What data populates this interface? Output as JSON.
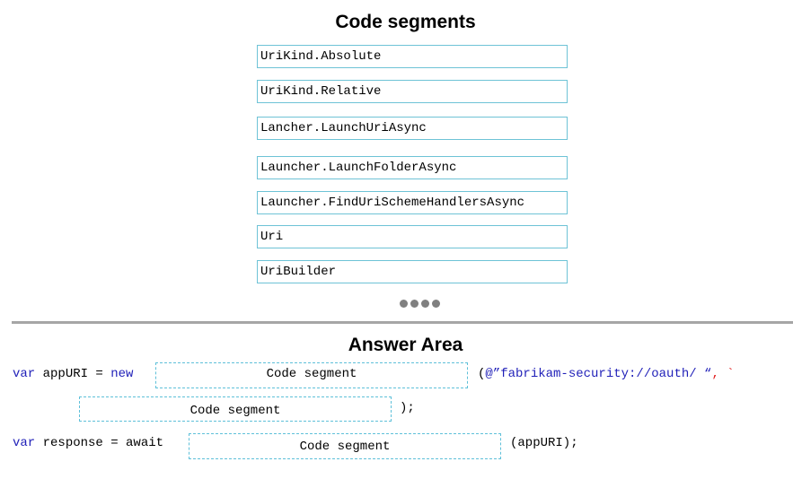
{
  "segments_panel": {
    "title": "Code segments",
    "items": [
      "UriKind.Absolute",
      "UriKind.Relative",
      "Lancher.LaunchUriAsync",
      "Launcher.LaunchFolderAsync",
      "Launcher.FindUriSchemeHandlersAsync",
      "Uri",
      "UriBuilder"
    ]
  },
  "answer_area": {
    "title": "Answer Area",
    "line1": {
      "keyword_var": "var",
      "text_before": " appURI = ",
      "keyword_new": "new",
      "drop_label": "Code segment",
      "paren_open": "(",
      "string_literal": "@”fabrikam-security://oauth/ “",
      "comma_tick": ", `"
    },
    "line2": {
      "drop_label": "Code segment",
      "suffix": ");"
    },
    "line3": {
      "keyword_var": "var",
      "text_before": " response = await",
      "drop_label": "Code segment",
      "suffix": "(appURI);"
    }
  },
  "colors": {
    "segment_border": "#6ec3d6",
    "keyword": "#1f1fb8",
    "string_red": "#e01b1b",
    "divider": "#a6a6a6",
    "dots": "#808080"
  }
}
